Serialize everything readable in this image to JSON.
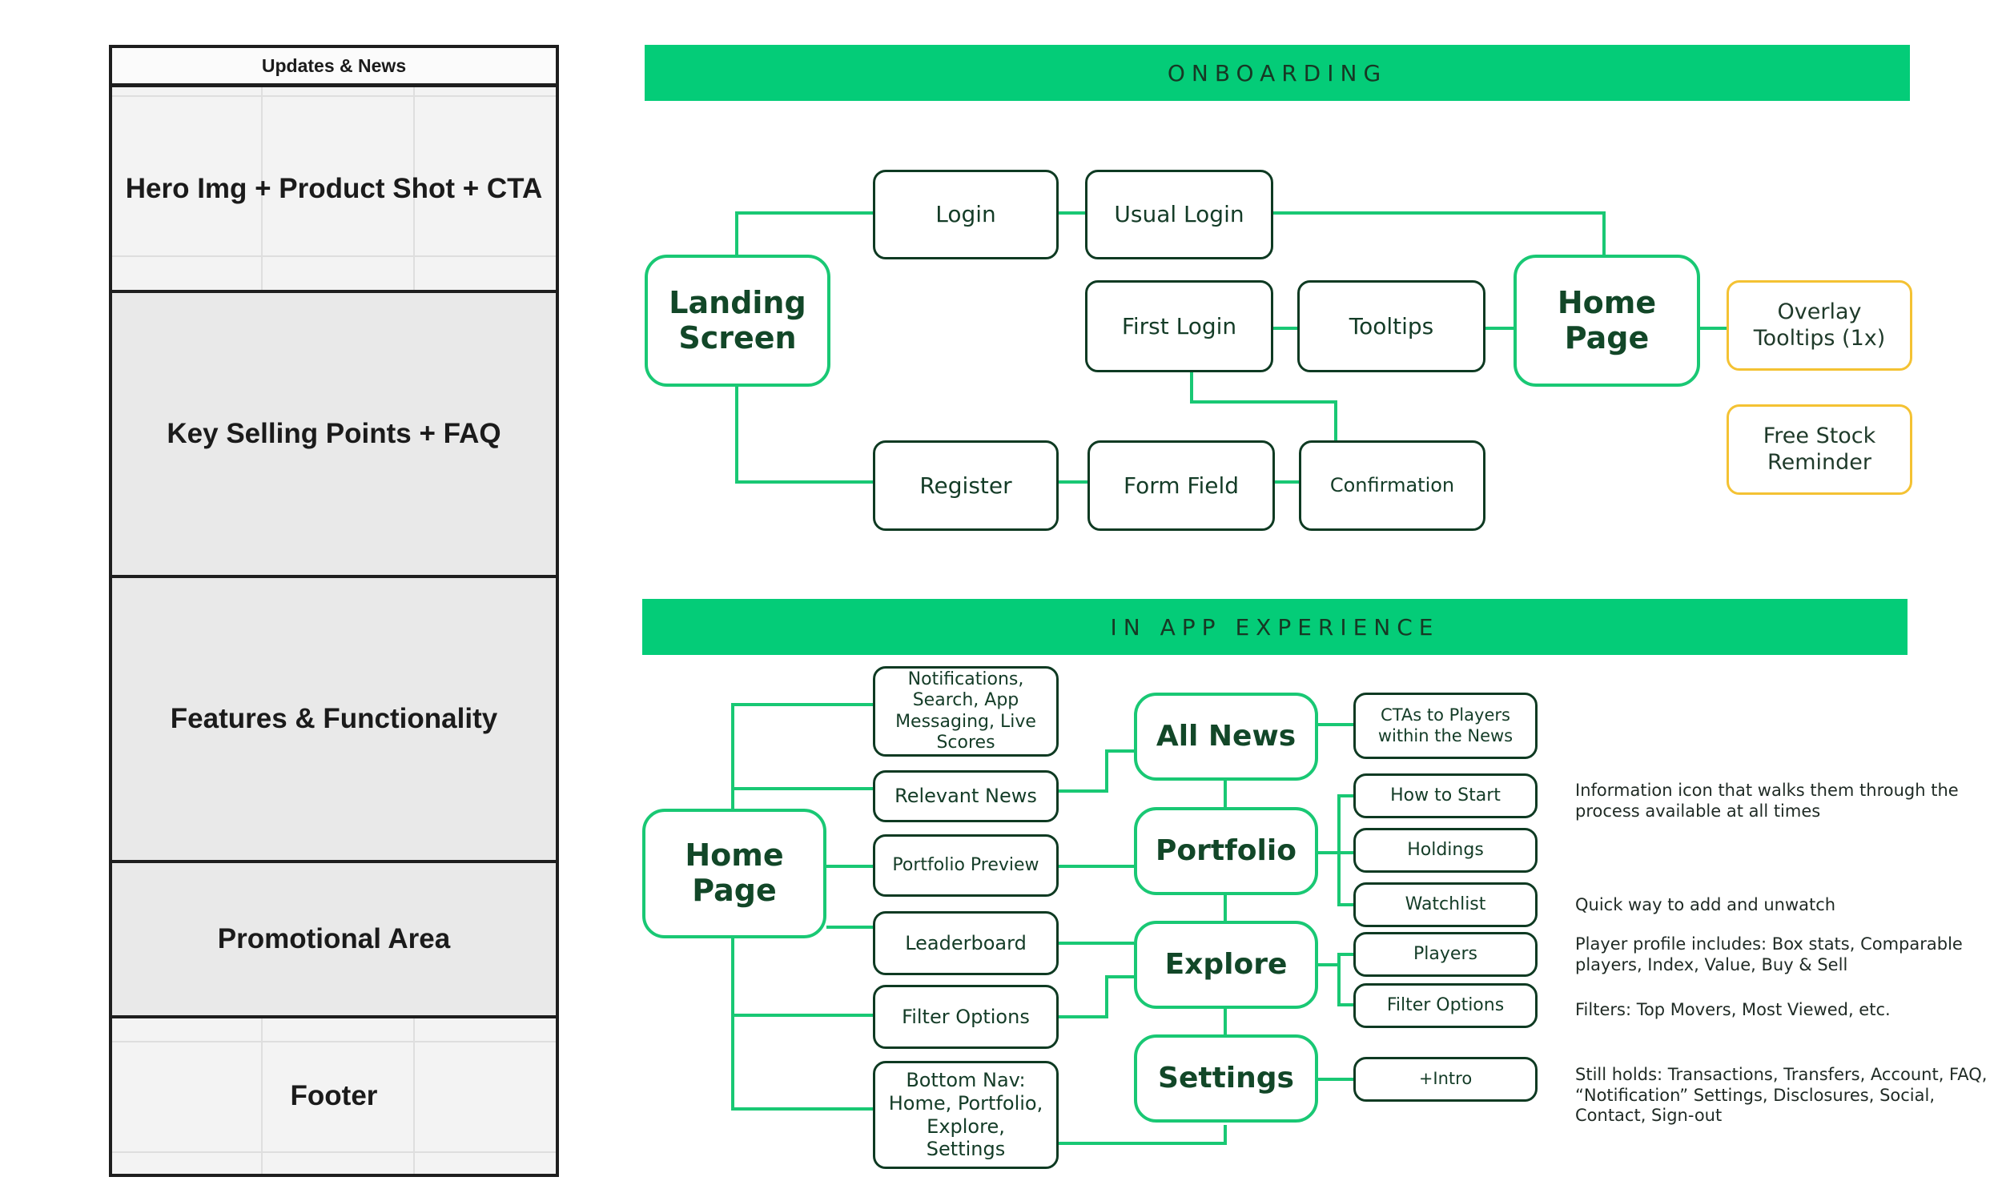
{
  "wireframe": {
    "top_bar": "Updates & News",
    "hero": "Hero Img + Product Shot + CTA",
    "key_selling": "Key Selling Points + FAQ",
    "features": "Features & Functionality",
    "promo": "Promotional Area",
    "footer": "Footer"
  },
  "onboarding": {
    "banner": "ONBOARDING",
    "landing": "Landing Screen",
    "login": "Login",
    "usual_login": "Usual Login",
    "first_login": "First Login",
    "tooltips": "Tooltips",
    "home_page": "Home Page",
    "overlay_tooltips": "Overlay Tooltips (1x)",
    "free_stock": "Free Stock Reminder",
    "register": "Register",
    "form_field": "Form Field",
    "confirmation": "Confirmation"
  },
  "in_app": {
    "banner": "IN APP EXPERIENCE",
    "home_page": "Home Page",
    "notifications": "Notifications, Search, App Messaging, Live Scores",
    "relevant_news": "Relevant News",
    "portfolio_preview": "Portfolio Preview",
    "leaderboard": "Leaderboard",
    "filter_options": "Filter Options",
    "bottom_nav": "Bottom Nav: Home, Portfolio, Explore, Settings",
    "all_news": "All News",
    "portfolio": "Portfolio",
    "explore": "Explore",
    "settings": "Settings",
    "ctas_players": "CTAs to Players within the News",
    "how_to_start": "How to Start",
    "holdings": "Holdings",
    "watchlist": "Watchlist",
    "players": "Players",
    "filter_options_2": "Filter Options",
    "intro": "+Intro",
    "note_info": "Information icon that walks them through the process available at all times",
    "note_watch": "Quick way to add and unwatch",
    "note_player": "Player profile includes: Box stats, Comparable players, Index, Value, Buy & Sell",
    "note_filters": "Filters: Top Movers, Most Viewed, etc.",
    "note_settings": "Still holds: Transactions, Transfers, Account, FAQ, “Notification” Settings, Disclosures, Social, Contact, Sign-out"
  },
  "colors": {
    "banner_green": "#04cc78",
    "connector_green": "#19c874",
    "node_border_dark": "#0e3a22",
    "highlight_yellow": "#f4c233"
  }
}
